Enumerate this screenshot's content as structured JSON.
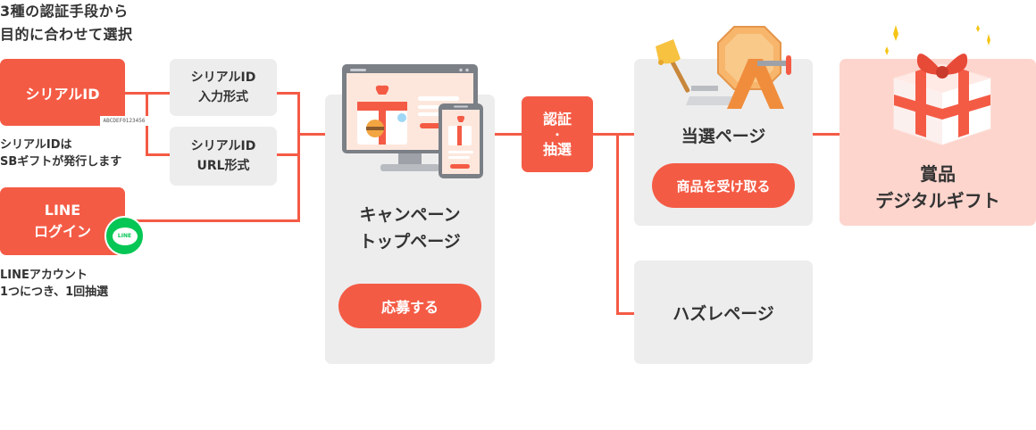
{
  "heading": {
    "line1": "3種の認証手段から",
    "line2": "目的に合わせて選択"
  },
  "serial": {
    "label": "シリアルID",
    "code": "ABCDEF0123456",
    "caption1": "シリアルIDは",
    "caption2": "SBギフトが発行します"
  },
  "serial_options": {
    "input": {
      "line1": "シリアルID",
      "line2": "入力形式"
    },
    "url": {
      "line1": "シリアルID",
      "line2": "URL形式"
    }
  },
  "line_login": {
    "line1": "LINE",
    "line2": "ログイン",
    "badge": "LINE",
    "caption1": "LINEアカウント",
    "caption2": "1つにつき、1回抽選"
  },
  "campaign": {
    "line1": "キャンペーン",
    "line2": "トップページ",
    "button": "応募する"
  },
  "auth": {
    "line1": "認証",
    "dot": "・",
    "line2": "抽選"
  },
  "win": {
    "title": "当選ページ",
    "button": "商品を受け取る"
  },
  "lose": {
    "title": "ハズレページ"
  },
  "prize": {
    "line1": "賞品",
    "line2": "デジタルギフト"
  },
  "colors": {
    "accent": "#f45b45",
    "panel": "#ededed",
    "prize_bg": "#fdd5cd",
    "line_green": "#06c755"
  },
  "icons": [
    "monitor-illustration",
    "smartphone-illustration",
    "lottery-machine-illustration",
    "bell-icon",
    "gift-box-illustration",
    "sparkle-icon",
    "line-logo-icon"
  ]
}
